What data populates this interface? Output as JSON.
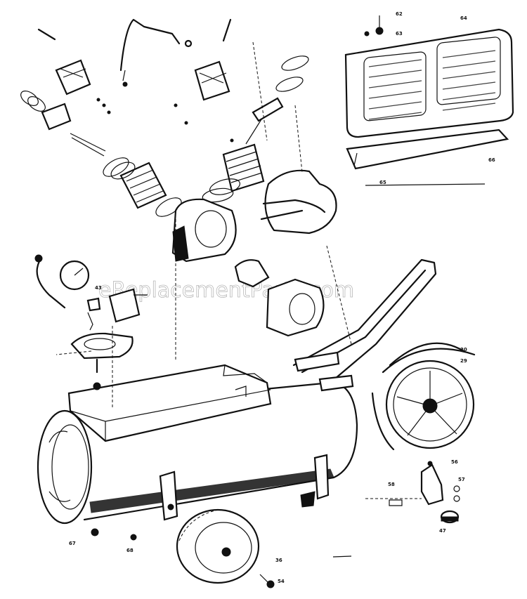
{
  "watermark": "eReplacementParts.com",
  "callouts": {
    "panel_a": "62",
    "panel_b": "63",
    "panel_c": "64",
    "panel_d": "65",
    "panel_e": "66",
    "wheel_a": "30",
    "wheel_b": "29",
    "valve_a": "56",
    "valve_b": "57",
    "valve_c": "58",
    "valve_d": "47",
    "cap": "43",
    "tank_a": "67",
    "tank_b": "68",
    "small_wheel": "36",
    "bolt": "54"
  },
  "colors": {
    "line": "#111111",
    "background": "#ffffff",
    "watermark": "#9a9a9a"
  }
}
